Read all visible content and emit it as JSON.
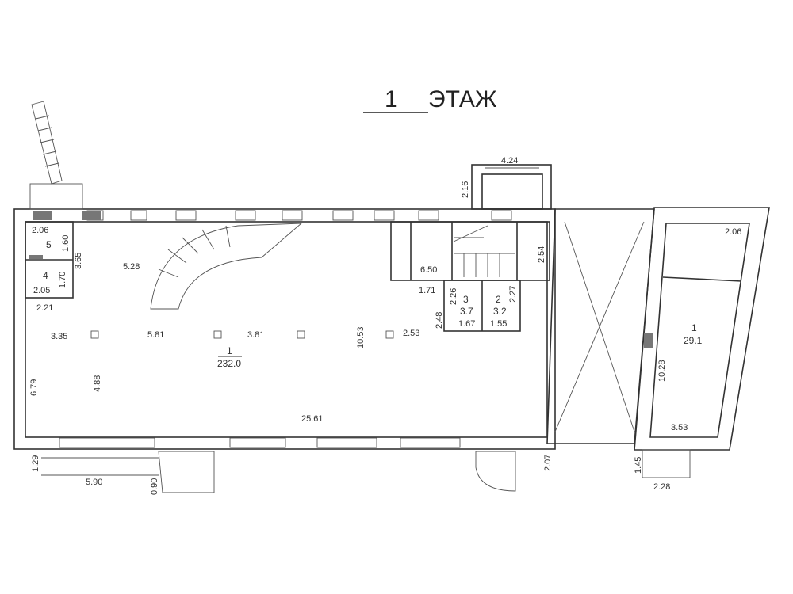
{
  "title": {
    "number": "1",
    "label": "ЭТАЖ"
  },
  "rooms": [
    {
      "number": "1",
      "area": "232.0"
    },
    {
      "number": "2",
      "area": "3.2"
    },
    {
      "number": "3",
      "area": "3.7"
    },
    {
      "number": "4"
    },
    {
      "number": "5"
    },
    {
      "number": "1",
      "area": "29.1"
    }
  ],
  "dimensions": [
    "4.24",
    "2.16",
    "2.06",
    "1.60",
    "3.65",
    "1.70",
    "2.05",
    "2.21",
    "5.28",
    "3.35",
    "5.81",
    "3.81",
    "10.53",
    "2.53",
    "6.79",
    "4.88",
    "25.61",
    "6.50",
    "1.71",
    "2.54",
    "2.48",
    "2.26",
    "1.67",
    "2.27",
    "1.55",
    "2.06",
    "10.28",
    "3.53",
    "1.29",
    "5.90",
    "0.90",
    "2.07",
    "1.45",
    "2.28"
  ]
}
